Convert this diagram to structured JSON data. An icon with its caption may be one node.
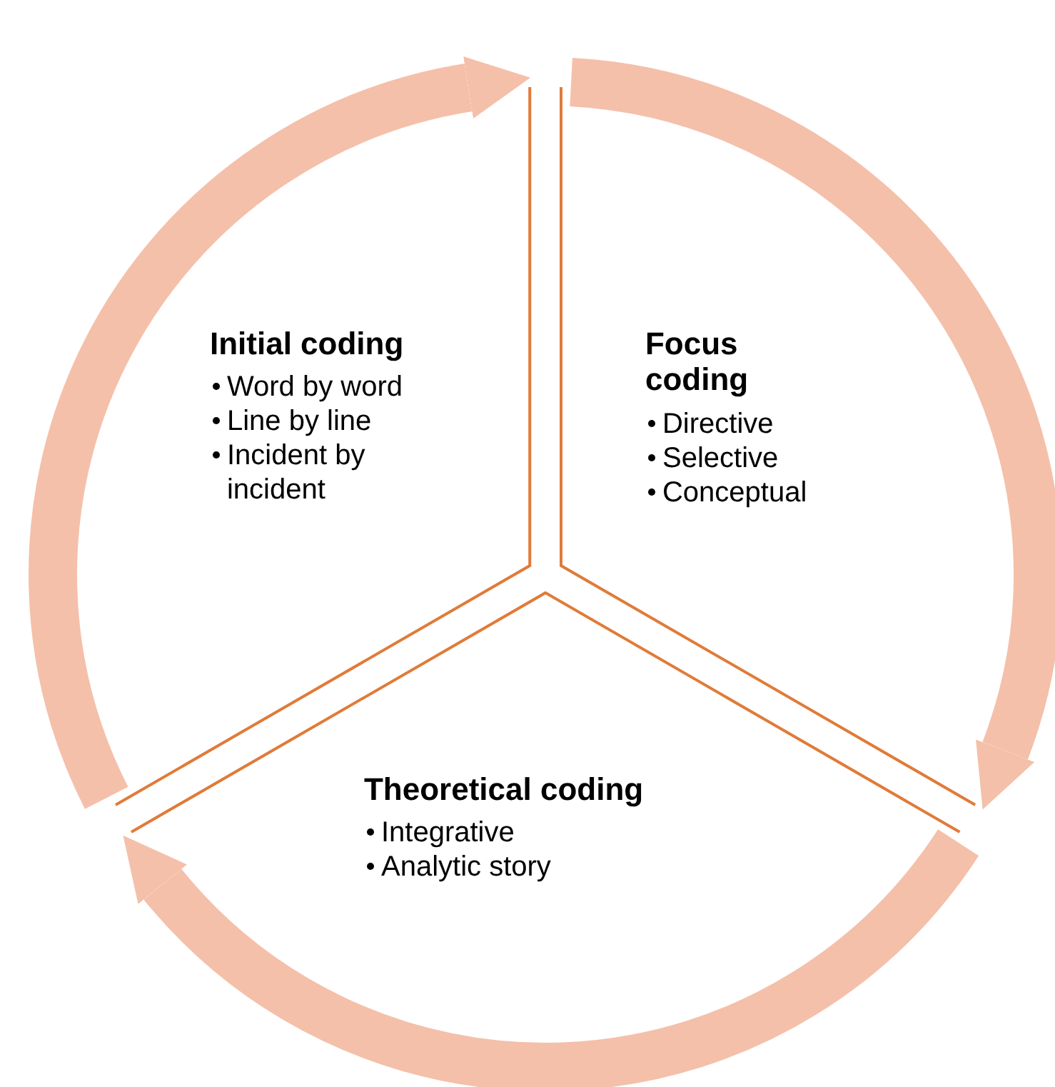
{
  "diagram": {
    "nodes": [
      {
        "text": [
          "Initial coding",
          "Word by word",
          "Line by line",
          "Incident by incident"
        ]
      },
      {
        "text": [
          "Focus coding",
          "Directive",
          "Selective",
          "Conceptual"
        ]
      },
      {
        "text": [
          "Theoretical coding",
          "Integrative",
          "Analytic story"
        ]
      }
    ],
    "edges": [
      {
        "from": 0,
        "to": 1,
        "arrow": "to"
      },
      {
        "from": 1,
        "to": 2,
        "arrow": "to"
      },
      {
        "from": 2,
        "to": 0,
        "arrow": "to"
      }
    ]
  }
}
